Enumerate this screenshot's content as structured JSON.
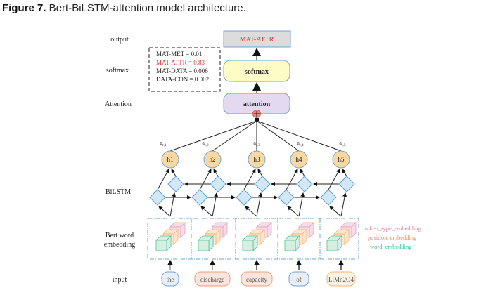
{
  "caption": {
    "figure_label": "Figure 7.",
    "title": " Bert-BiLSTM-attention model architecture."
  },
  "row_labels": {
    "output": "output",
    "softmax": "softmax",
    "attention": "Attention",
    "bilstm": "BiLSTM",
    "bert_line1": "Bert word",
    "bert_line2": "embedding",
    "input": "input"
  },
  "output_box": {
    "label": "MAT-ATTR",
    "color": "#e8333a"
  },
  "softmax_box": {
    "label": "softmax"
  },
  "attention_box": {
    "label": "attention"
  },
  "probabilities": [
    {
      "text": "MAT-MET = 0.01",
      "color": "#222222"
    },
    {
      "text": "MAT-ATTR = 0.83",
      "color": "#e8333a"
    },
    {
      "text": "MAT-DATA = 0.006",
      "color": "#222222"
    },
    {
      "text": "DATA-CON = 0.002",
      "color": "#222222"
    }
  ],
  "attention_weights": [
    "a",
    "a",
    "a",
    "a",
    "a"
  ],
  "attention_weight_subscripts": [
    "t,1",
    "t,2",
    "t,3",
    "t,4",
    "t,5"
  ],
  "hidden_states": [
    "h1",
    "h2",
    "h3",
    "h4",
    "h5"
  ],
  "tokens": [
    {
      "text": "the",
      "style": "blue"
    },
    {
      "text": "discharge",
      "style": "orange"
    },
    {
      "text": "capacity",
      "style": "orange"
    },
    {
      "text": "of",
      "style": "blue"
    },
    {
      "text": "LiMn2O4",
      "style": "yellow"
    }
  ],
  "legend": [
    {
      "text": "token_type_embedding",
      "color": "#e07aa0"
    },
    {
      "text": "position_embedding",
      "color": "#f0924a"
    },
    {
      "text": "word_embedding",
      "color": "#3cbf9a"
    }
  ]
}
